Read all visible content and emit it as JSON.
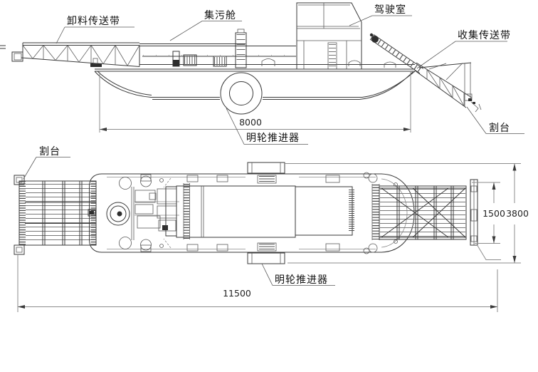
{
  "drawing": {
    "background": "#ffffff",
    "line_color": "#3a3a3a",
    "dimension_color": "#8d8d8d",
    "text_color": "#111111"
  },
  "side_view": {
    "labels": {
      "unloading_conveyor": "卸料传送带",
      "waste_cabin": "集污舱",
      "cab": "驾驶室",
      "collecting_conveyor": "收集传送带",
      "cutting_header": "割台",
      "paddle_wheel": "明轮推进器"
    },
    "dimensions": {
      "hull_length": "8000"
    }
  },
  "plan_view": {
    "labels": {
      "cutting_header": "割台",
      "paddle_wheel": "明轮推进器"
    },
    "dimensions": {
      "header_width": "1500",
      "overall_beam": "3800",
      "overall_length": "11500"
    }
  }
}
